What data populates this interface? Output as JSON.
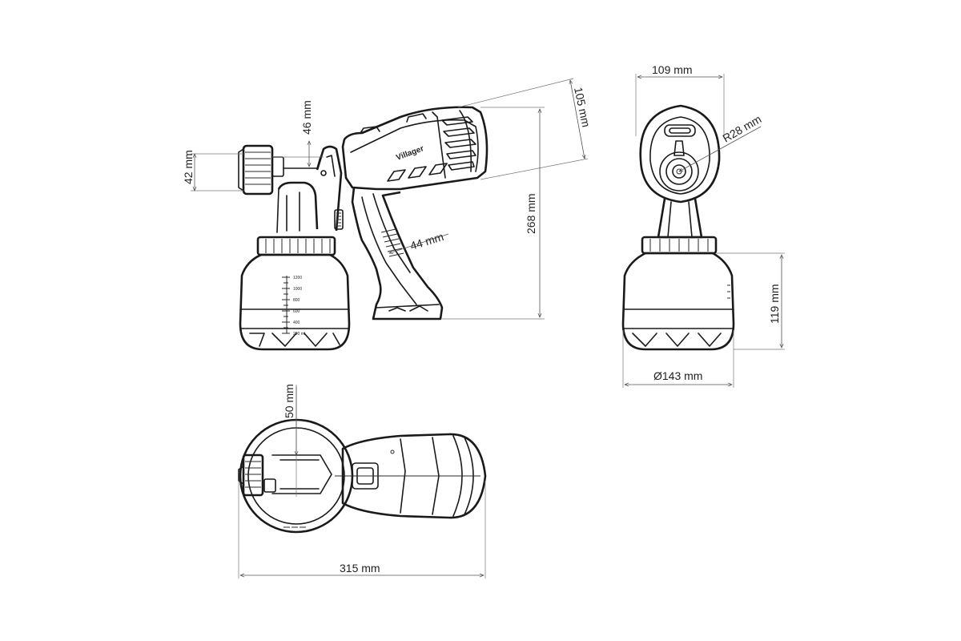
{
  "brand": "Villager",
  "dimensions": {
    "width_top": "109 mm",
    "depth_side": "105 mm",
    "height_total": "268 mm",
    "nozzle_height": "46 mm",
    "nozzle_diameter": "42 mm",
    "grip": "44 mm",
    "radius": "R28 mm",
    "container_height": "119 mm",
    "container_diameter": "Ø143 mm",
    "top_view_nozzle": "50 mm",
    "length_total": "315 mm"
  },
  "container_scale": [
    "1200",
    "1000",
    "800",
    "600",
    "400",
    "200 ml"
  ]
}
